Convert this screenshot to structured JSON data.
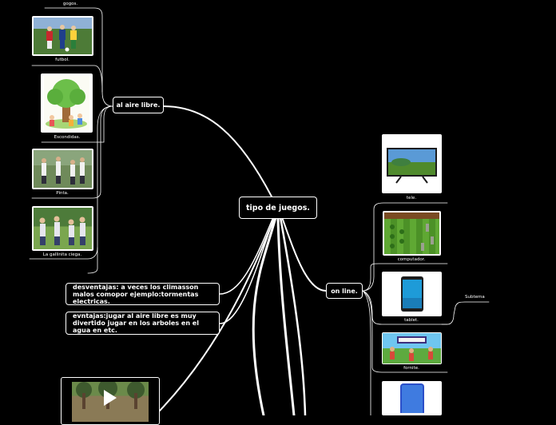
{
  "central": {
    "label": "tipo de juegos."
  },
  "branches": {
    "aire_libre": "al aire libre.",
    "online": "on line.",
    "desventajas": "desventajas: a veces los climasson malos comopor ejemplo:tormentas electricas.",
    "ventajas": "evntajas:jugar al aire libre es muy divertido jugar en los arboles en el agua en etc."
  },
  "aire_libre_items": [
    {
      "caption": "gogos.",
      "icon": "game-image"
    },
    {
      "caption": "futbol.",
      "icon": "football-photo"
    },
    {
      "caption": "Escondidas.",
      "icon": "tree-children-illustration"
    },
    {
      "caption": "Pinta.",
      "icon": "children-playing-photo"
    },
    {
      "caption": "La gallinita ciega.",
      "icon": "blindfold-game-photo"
    }
  ],
  "online_items": [
    {
      "caption": "tele.",
      "icon": "television-image"
    },
    {
      "caption": "computador.",
      "icon": "plants-vs-zombies-screenshot"
    },
    {
      "caption": "tablet.",
      "icon": "tablet-image"
    },
    {
      "caption": "fornite.",
      "icon": "fortnite-image"
    },
    {
      "caption": "",
      "icon": "smartphone-image"
    }
  ],
  "subtopic": {
    "label": "Subtema"
  },
  "video": {
    "icon": "play-icon"
  },
  "colors": {
    "background": "#000000",
    "lines": "#ffffff",
    "node_border": "#ffffff"
  }
}
